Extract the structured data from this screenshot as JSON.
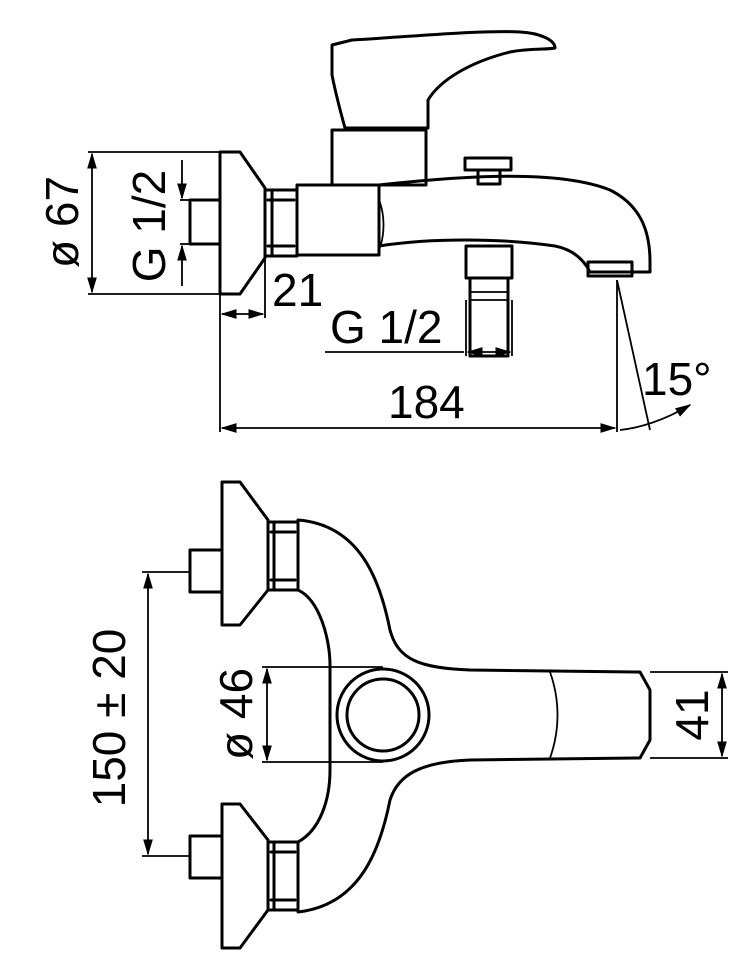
{
  "side_view": {
    "dia_flange": "ø 67",
    "thread_inlet": "G 1/2",
    "depth": "21",
    "thread_outlet": "G 1/2",
    "length": "184",
    "angle": "15°"
  },
  "top_view": {
    "centers": "150 ± 20",
    "dia_body": "ø 46",
    "spout_width": "41"
  }
}
